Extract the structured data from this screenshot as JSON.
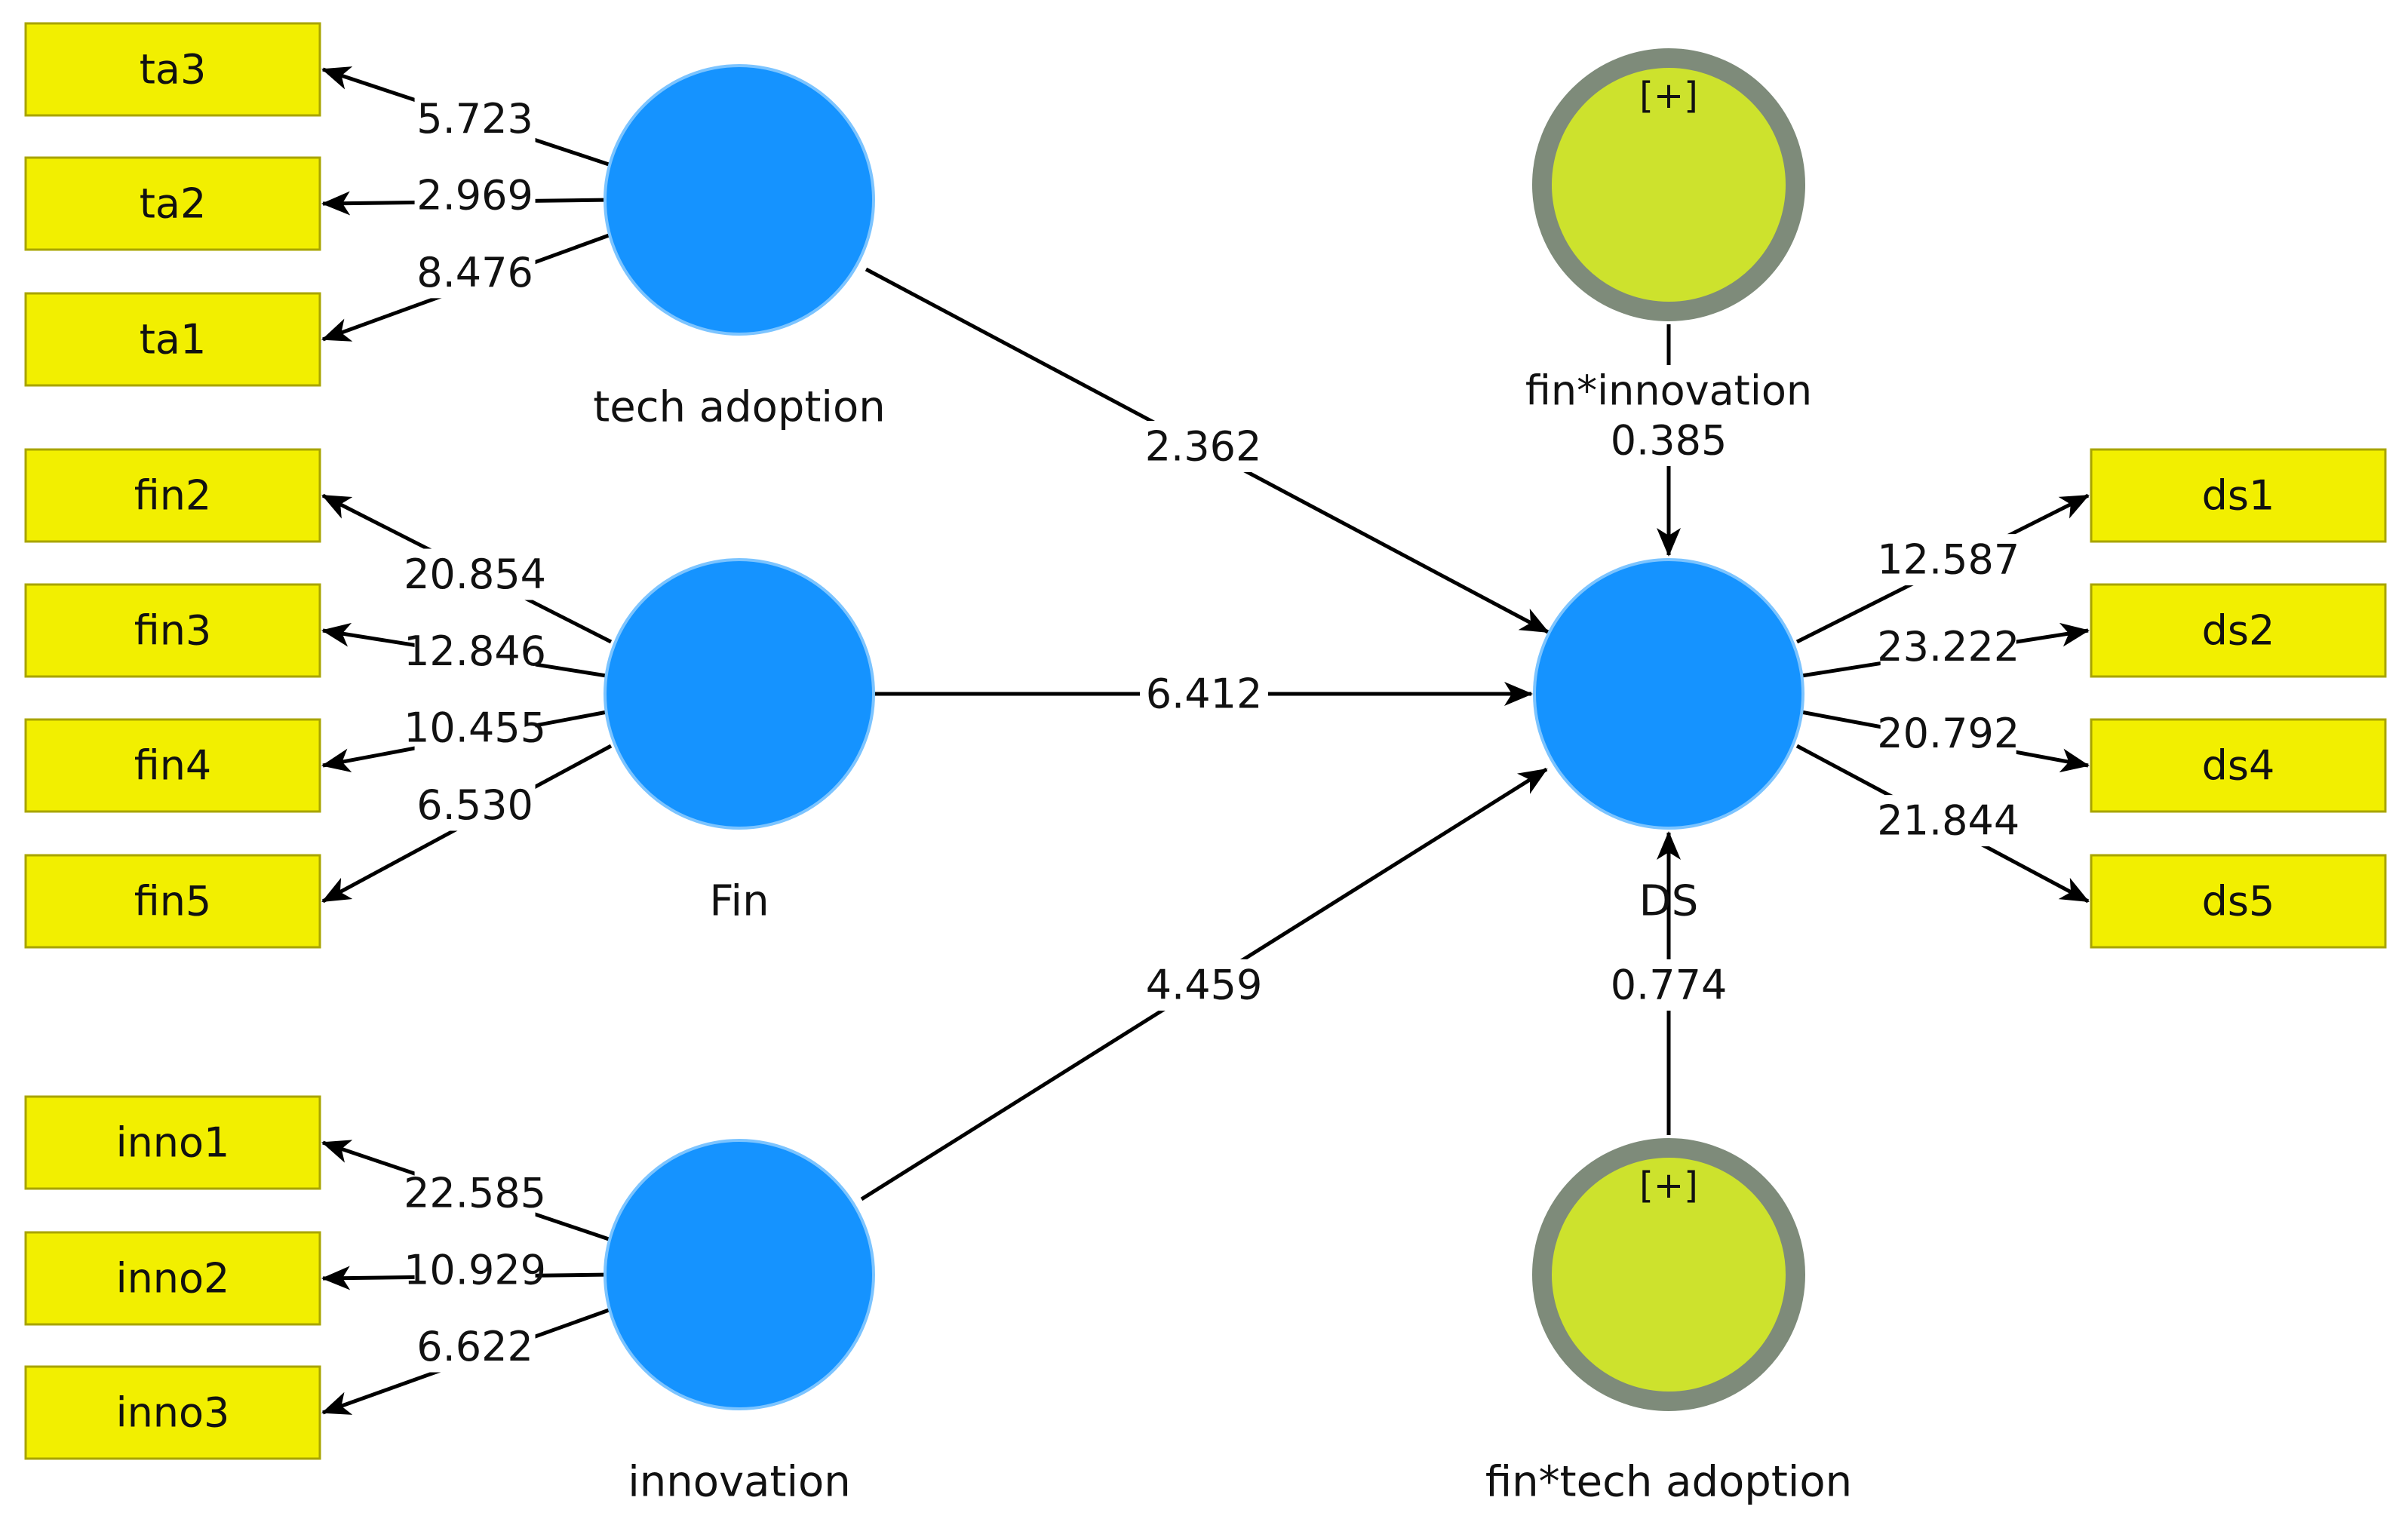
{
  "colors": {
    "indicator_fill": "#f2ef00",
    "indicator_border": "#a8a400",
    "latent_fill": "#1593ff",
    "moderator_fill": "#cde22d",
    "moderator_ring": "#7e8b7a",
    "line": "#000000"
  },
  "latents": [
    {
      "id": "tech-adoption",
      "label": "tech adoption"
    },
    {
      "id": "fin",
      "label": "Fin"
    },
    {
      "id": "innovation",
      "label": "innovation"
    },
    {
      "id": "ds",
      "label": "DS"
    }
  ],
  "moderators": [
    {
      "id": "fin-innovation",
      "label": "fin*innovation",
      "badge": "[+]"
    },
    {
      "id": "fin-tech-adoption",
      "label": "fin*tech adoption",
      "badge": "[+]"
    }
  ],
  "indicators": {
    "tech_adoption": [
      {
        "label": "ta3",
        "loading": "5.723"
      },
      {
        "label": "ta2",
        "loading": "2.969"
      },
      {
        "label": "ta1",
        "loading": "8.476"
      }
    ],
    "fin": [
      {
        "label": "fin2",
        "loading": "20.854"
      },
      {
        "label": "fin3",
        "loading": "12.846"
      },
      {
        "label": "fin4",
        "loading": "10.455"
      },
      {
        "label": "fin5",
        "loading": "6.530"
      }
    ],
    "innovation": [
      {
        "label": "inno1",
        "loading": "22.585"
      },
      {
        "label": "inno2",
        "loading": "10.929"
      },
      {
        "label": "inno3",
        "loading": "6.622"
      }
    ],
    "ds": [
      {
        "label": "ds1",
        "loading": "12.587"
      },
      {
        "label": "ds2",
        "loading": "23.222"
      },
      {
        "label": "ds4",
        "loading": "20.792"
      },
      {
        "label": "ds5",
        "loading": "21.844"
      }
    ]
  },
  "paths": [
    {
      "from": "tech adoption",
      "to": "DS",
      "value": "2.362"
    },
    {
      "from": "Fin",
      "to": "DS",
      "value": "6.412"
    },
    {
      "from": "innovation",
      "to": "DS",
      "value": "4.459"
    },
    {
      "from": "fin*innovation",
      "to": "DS",
      "value": "0.385"
    },
    {
      "from": "fin*tech adoption",
      "to": "DS",
      "value": "0.774"
    }
  ]
}
